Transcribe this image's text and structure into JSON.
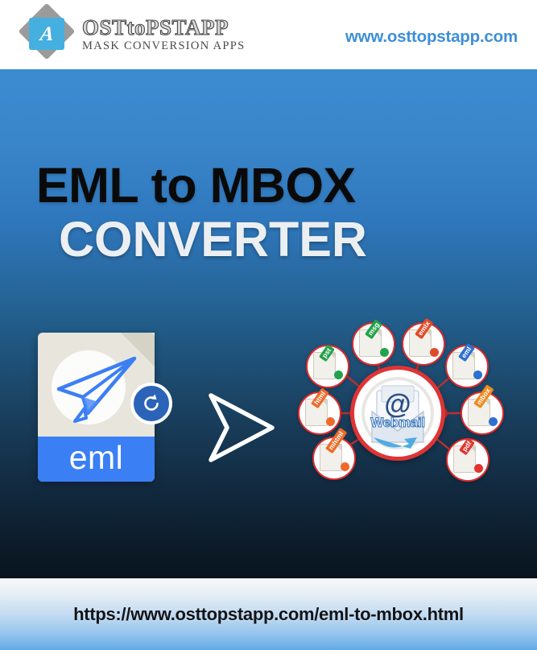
{
  "header": {
    "logo": {
      "letter": "A",
      "icon_name": "diamond-logo-icon",
      "diamond_color": "#9b9b9b",
      "square_color": "#45b0e0"
    },
    "brand_name": "OSTtoPSTAPP",
    "brand_tagline": "MASK CONVERSION APPS",
    "url": "www.osttopstapp.com",
    "url_color": "#3d8fd6",
    "background": "#ffffff"
  },
  "main": {
    "title_line1": "EML to MBOX",
    "title_line2": "CONVERTER",
    "title_line1_color": "#0a0a0a",
    "title_line2_color": "#eceff1",
    "background_top": "#3c8bd0",
    "background_bottom": "#091420",
    "source_file": {
      "extension": "eml",
      "extension_band_color": "#3b7ff5",
      "document_color": "#e8e5dc",
      "plane_icon": "paper-plane-icon",
      "badge_icon": "refresh-icon",
      "badge_color": "#2b63b8"
    },
    "arrow": {
      "icon": "arrow-right-icon",
      "color": "#ffffff"
    },
    "hub": {
      "center_label": "Webmail",
      "center_icon": "envelope-at-icon",
      "ring_color": "#e03434",
      "nodes": [
        {
          "label": "pst",
          "color": "#22a24a",
          "dot_color": "#22a24a"
        },
        {
          "label": "msg",
          "color": "#22a24a",
          "dot_color": "#22a24a"
        },
        {
          "label": "emlx",
          "color": "#e04b2a",
          "dot_color": "#e04b2a"
        },
        {
          "label": "eml",
          "color": "#2f6fd0",
          "dot_color": "#2f6fd0"
        },
        {
          "label": "mbox",
          "color": "#ef8b1e",
          "dot_color": "#2f6fd0"
        },
        {
          "label": "pdf",
          "color": "#e0342c",
          "dot_color": "#e0342c"
        },
        {
          "label": "mhtml",
          "color": "#ef6a2a",
          "dot_color": "#ef6a2a"
        },
        {
          "label": "html",
          "color": "#ef6a2a",
          "dot_color": "#ef6a2a"
        }
      ]
    }
  },
  "footer": {
    "url": "https://www.osttopstapp.com/eml-to-mbox.html",
    "text_color": "#111418"
  }
}
